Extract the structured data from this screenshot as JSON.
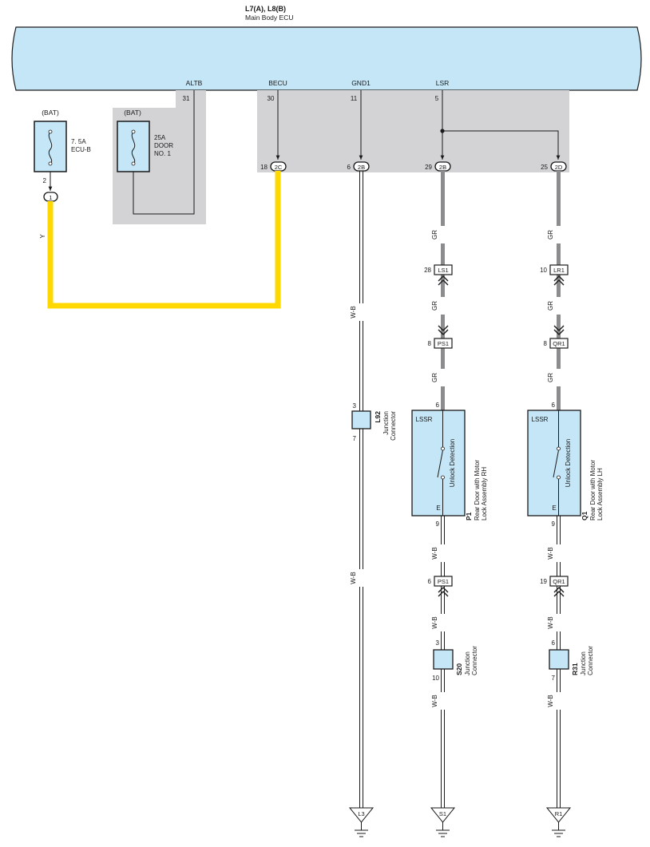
{
  "ecu": {
    "title": "L7(A), L8(B)",
    "name": "Main Body ECU"
  },
  "ecu_pins": [
    {
      "name": "ALTB",
      "pin": "31"
    },
    {
      "name": "BECU",
      "pin": "30"
    },
    {
      "name": "GND1",
      "pin": "11"
    },
    {
      "name": "LSR",
      "pin": "5"
    }
  ],
  "fuses": {
    "ecub": {
      "source": "(BAT)",
      "rating": "7. 5A",
      "name": "ECU-B",
      "pin": "2",
      "connector": "1"
    },
    "door": {
      "source": "(BAT)",
      "rating": "25A",
      "name_1": "DOOR",
      "name_2": "NO. 1"
    }
  },
  "ecu_connectors": [
    {
      "pin": "18",
      "id": "2C"
    },
    {
      "pin": "6",
      "id": "2B"
    },
    {
      "pin": "29",
      "id": "2B"
    },
    {
      "pin": "25",
      "id": "2D"
    }
  ],
  "wire_colors": {
    "yellow": "Y",
    "white_black": "W-B",
    "gray": "GR"
  },
  "colors": {
    "yellow_wire": "#ffd800",
    "gray_wire": "#8c8c8e",
    "panel": "#d3d3d5",
    "component_fill": "#c5e6f6"
  },
  "inline_connectors": [
    {
      "pin": "28",
      "id": "LS1"
    },
    {
      "pin": "8",
      "id": "PS1"
    },
    {
      "pin": "10",
      "id": "LR1"
    },
    {
      "pin": "8",
      "id": "QR1"
    },
    {
      "pin": "6",
      "id": "PS1"
    },
    {
      "pin": "19",
      "id": "QR1"
    }
  ],
  "lock_assemblies": [
    {
      "code": "P1",
      "name_1": "Rear Door with Motor",
      "name_2": "Lock Assembly RH",
      "top_label": "LSSR",
      "bottom_label": "E",
      "switch_label": "Unlock Detection",
      "pin_in": "6",
      "pin_out": "9"
    },
    {
      "code": "Q1",
      "name_1": "Rear Door with Motor",
      "name_2": "Lock Assembly LH",
      "top_label": "LSSR",
      "bottom_label": "E",
      "switch_label": "Unlock Detection",
      "pin_in": "6",
      "pin_out": "9"
    }
  ],
  "junction_connectors": [
    {
      "code": "L92",
      "name_1": "Junction",
      "name_2": "Connector",
      "pin_in": "3",
      "pin_out": "7"
    },
    {
      "code": "S20",
      "name_1": "Junction",
      "name_2": "Connector",
      "pin_in": "3",
      "pin_out": "10"
    },
    {
      "code": "R31",
      "name_1": "Junction",
      "name_2": "Connector",
      "pin_in": "6",
      "pin_out": "7"
    }
  ],
  "grounds": [
    "L3",
    "S1",
    "R1"
  ]
}
